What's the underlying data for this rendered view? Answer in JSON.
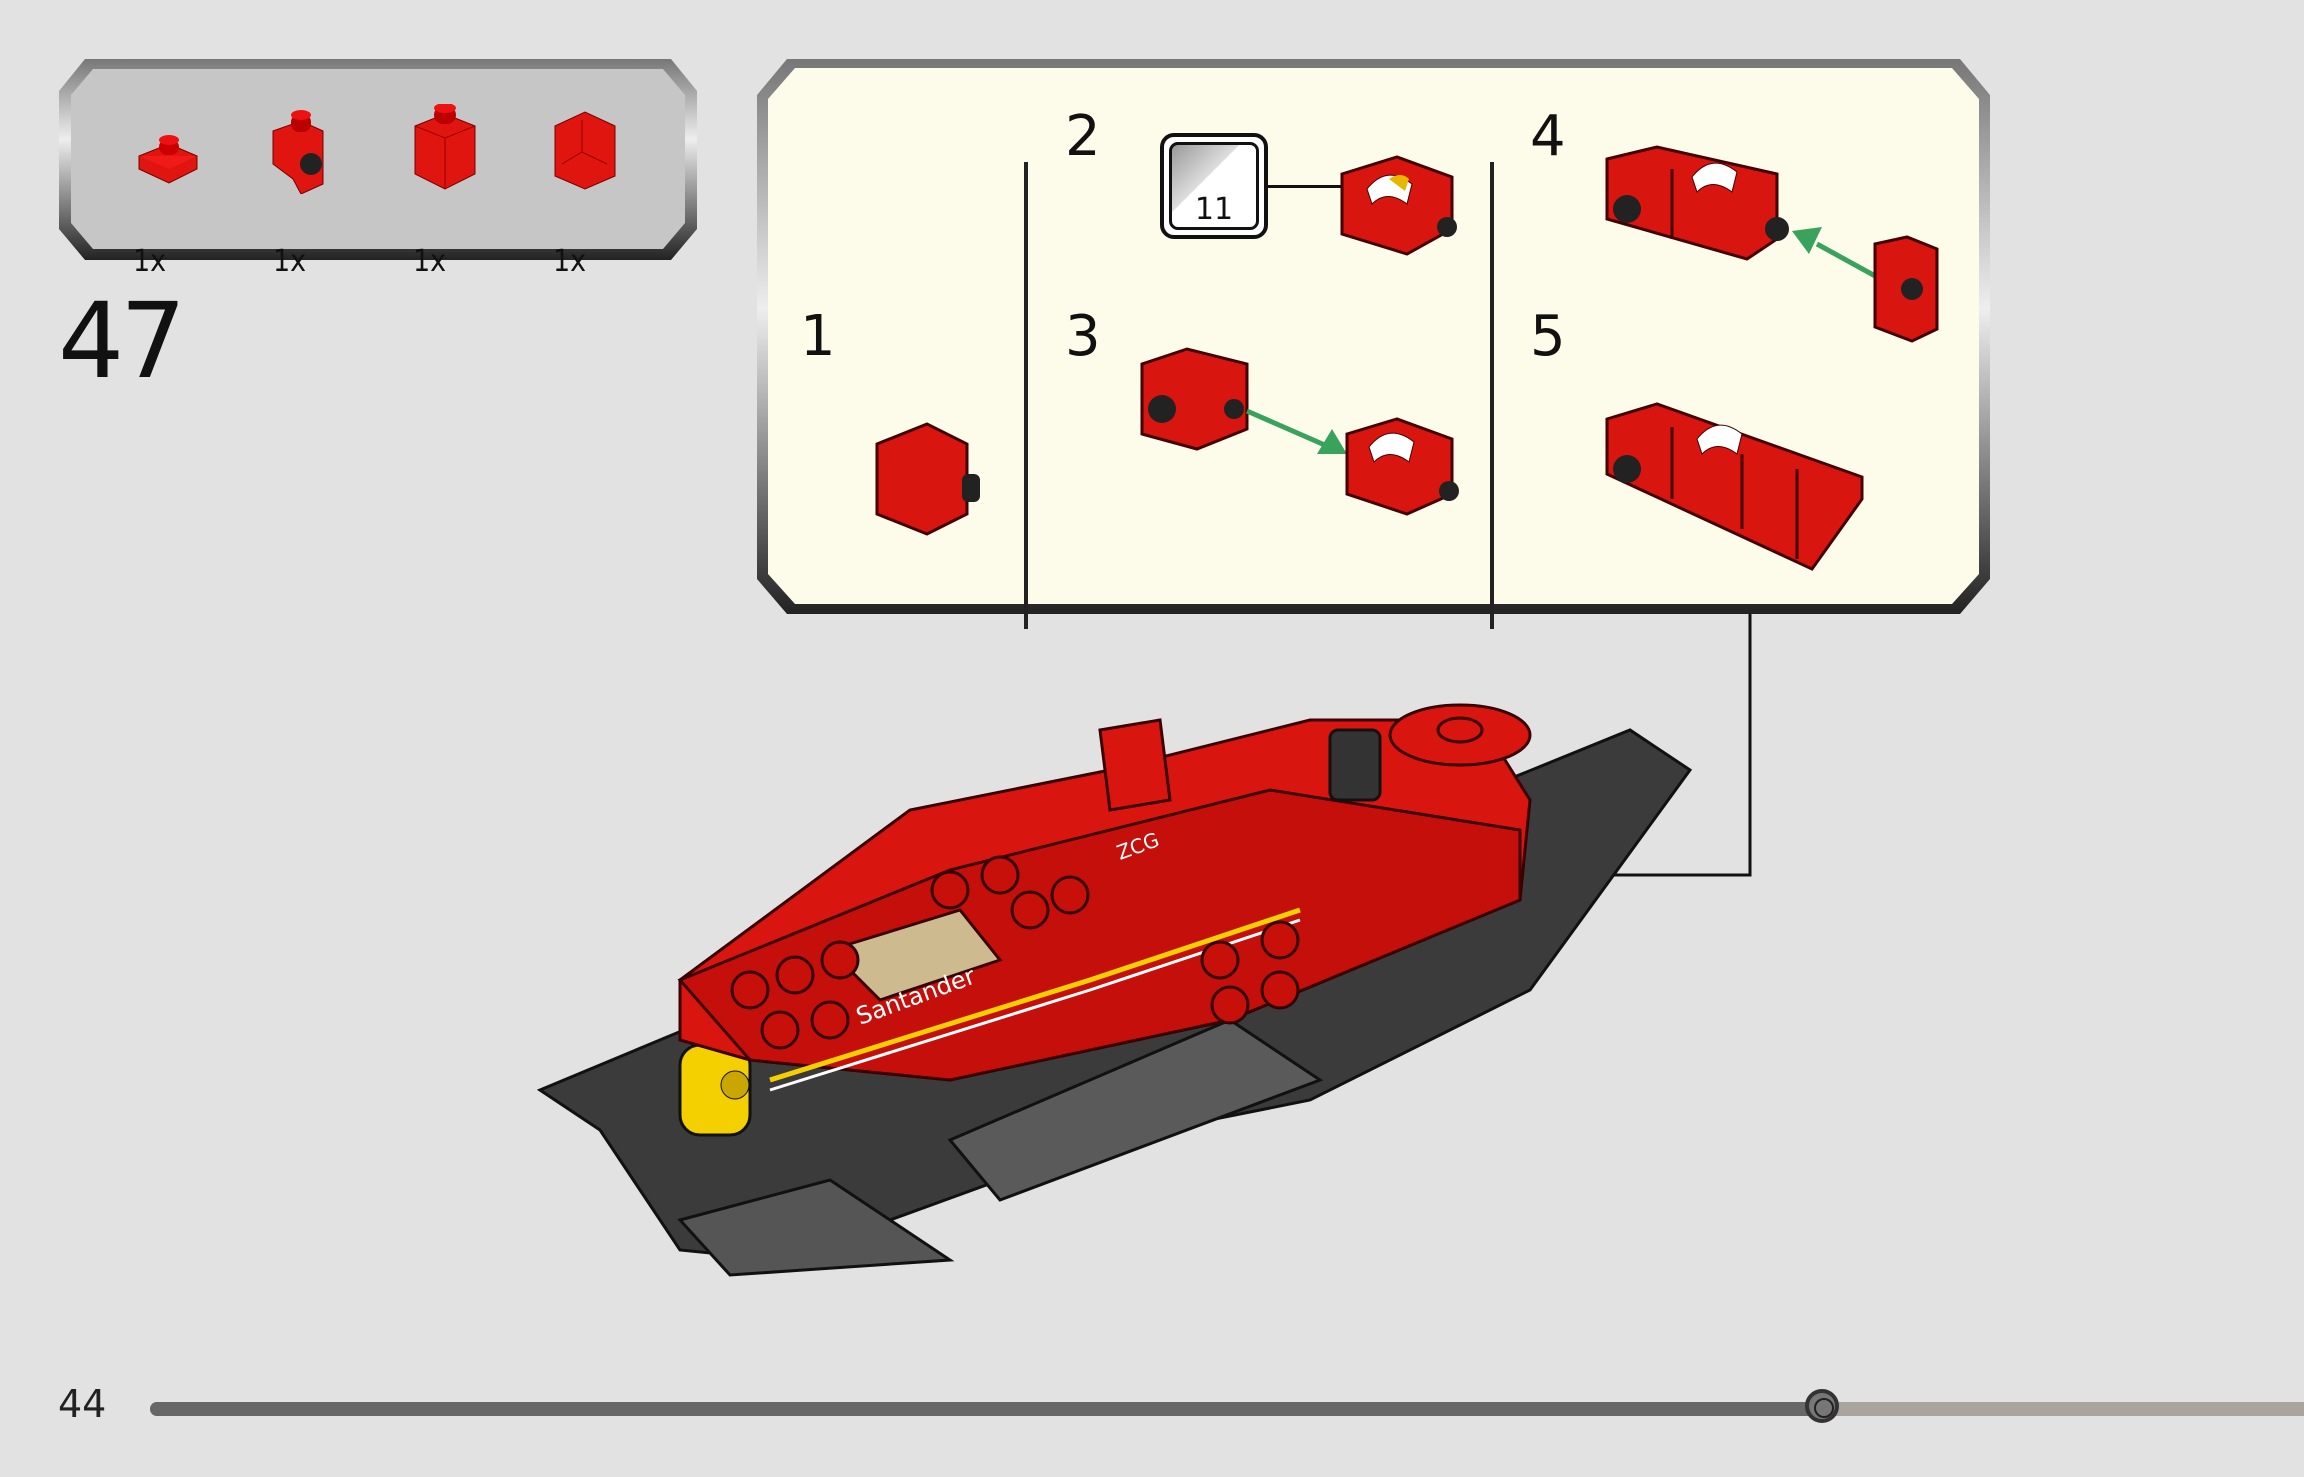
{
  "parts_list": {
    "items": [
      {
        "part": "plate-1x1",
        "color": "#d8150f",
        "quantity": "1x"
      },
      {
        "part": "bracket-1x1-with-stud",
        "color": "#d8150f",
        "quantity": "1x"
      },
      {
        "part": "brick-1x1",
        "color": "#d8150f",
        "quantity": "1x"
      },
      {
        "part": "panel-1x1x1-corner",
        "color": "#d8150f",
        "quantity": "1x"
      }
    ]
  },
  "step": {
    "number": "47"
  },
  "sub_assembly": {
    "substeps": [
      {
        "number": "1"
      },
      {
        "number": "2",
        "sticker_number": "11"
      },
      {
        "number": "3"
      },
      {
        "number": "4"
      },
      {
        "number": "5"
      }
    ],
    "arrow_color": "#3aa35b"
  },
  "model": {
    "livery_texts": [
      "Santander",
      "ZCG"
    ]
  },
  "footer": {
    "page_number": "44",
    "progress_percent": 77.6
  },
  "colors": {
    "background": "#e3e2e3",
    "callout_bg": "#fdfcea",
    "brick_red": "#d8150f"
  }
}
